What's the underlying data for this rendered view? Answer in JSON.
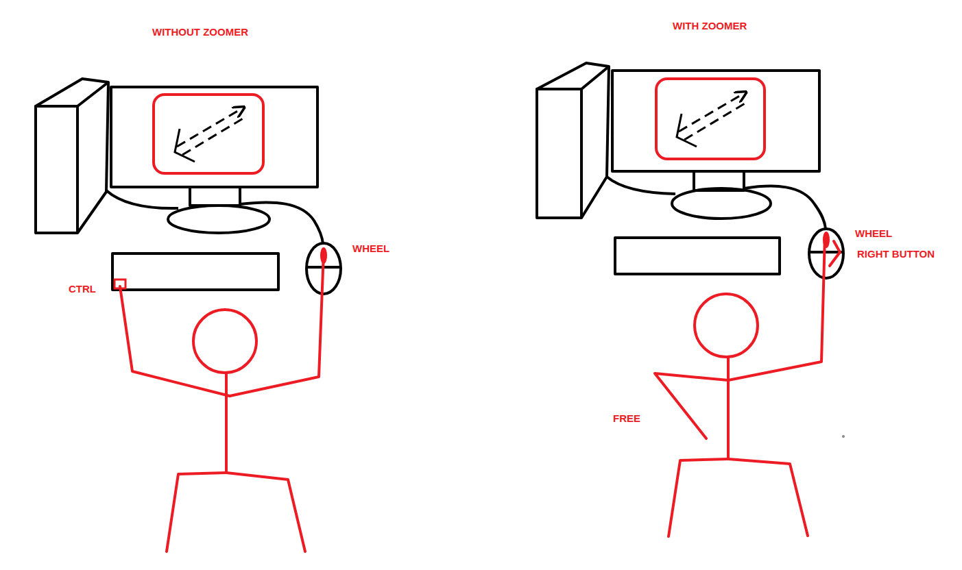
{
  "diagram": {
    "labels": [
      "WITHOUT ZOOMER",
      "WITH ZOOMER",
      "CTRL",
      "WHEEL",
      "WHEEL",
      "RIGHT BUTTON",
      "FREE"
    ]
  }
}
